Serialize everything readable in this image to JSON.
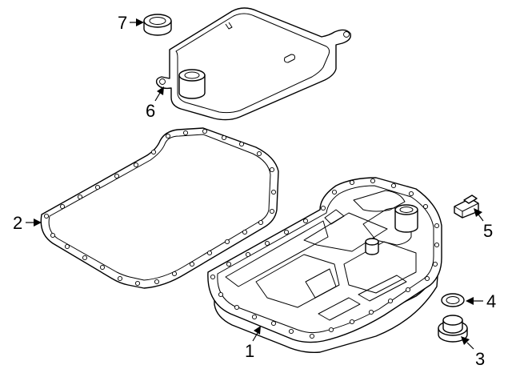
{
  "callouts": [
    {
      "id": "1",
      "label": "1"
    },
    {
      "id": "2",
      "label": "2"
    },
    {
      "id": "3",
      "label": "3"
    },
    {
      "id": "4",
      "label": "4"
    },
    {
      "id": "5",
      "label": "5"
    },
    {
      "id": "6",
      "label": "6"
    },
    {
      "id": "7",
      "label": "7"
    }
  ],
  "colors": {
    "line": "#000000",
    "fill": "#ffffff"
  }
}
